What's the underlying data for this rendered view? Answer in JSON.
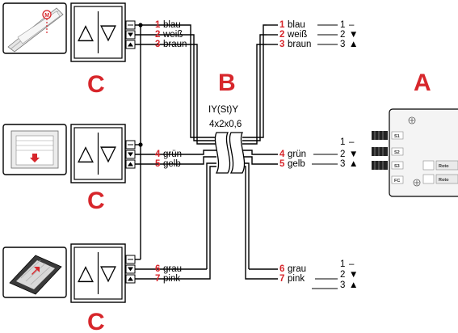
{
  "labels": {
    "A": "A",
    "B": "B",
    "C": "C"
  },
  "cable": {
    "type": "IY(St)Y",
    "spec": "4x2x0,6"
  },
  "wires": {
    "w1": {
      "num": "1",
      "color": "blau"
    },
    "w2": {
      "num": "2",
      "color": "weiß"
    },
    "w3": {
      "num": "3",
      "color": "braun"
    },
    "w4": {
      "num": "4",
      "color": "grün"
    },
    "w5": {
      "num": "5",
      "color": "gelb"
    },
    "w6": {
      "num": "6",
      "color": "grau"
    },
    "w7": {
      "num": "7",
      "color": "pink"
    }
  },
  "terminal_marks": {
    "t1": "1",
    "t2": "2",
    "t3": "3",
    "dash": "–",
    "down": "▼",
    "up": "▲"
  },
  "controller": {
    "s1": "S1",
    "s2": "S2",
    "s3": "S3",
    "fc": "FC",
    "roto": "Roto"
  },
  "switch_symbols": {
    "up": "△",
    "down": "▽"
  },
  "colors": {
    "accent": "#d7262b",
    "line": "#000000",
    "panel": "#f4f4f4"
  }
}
